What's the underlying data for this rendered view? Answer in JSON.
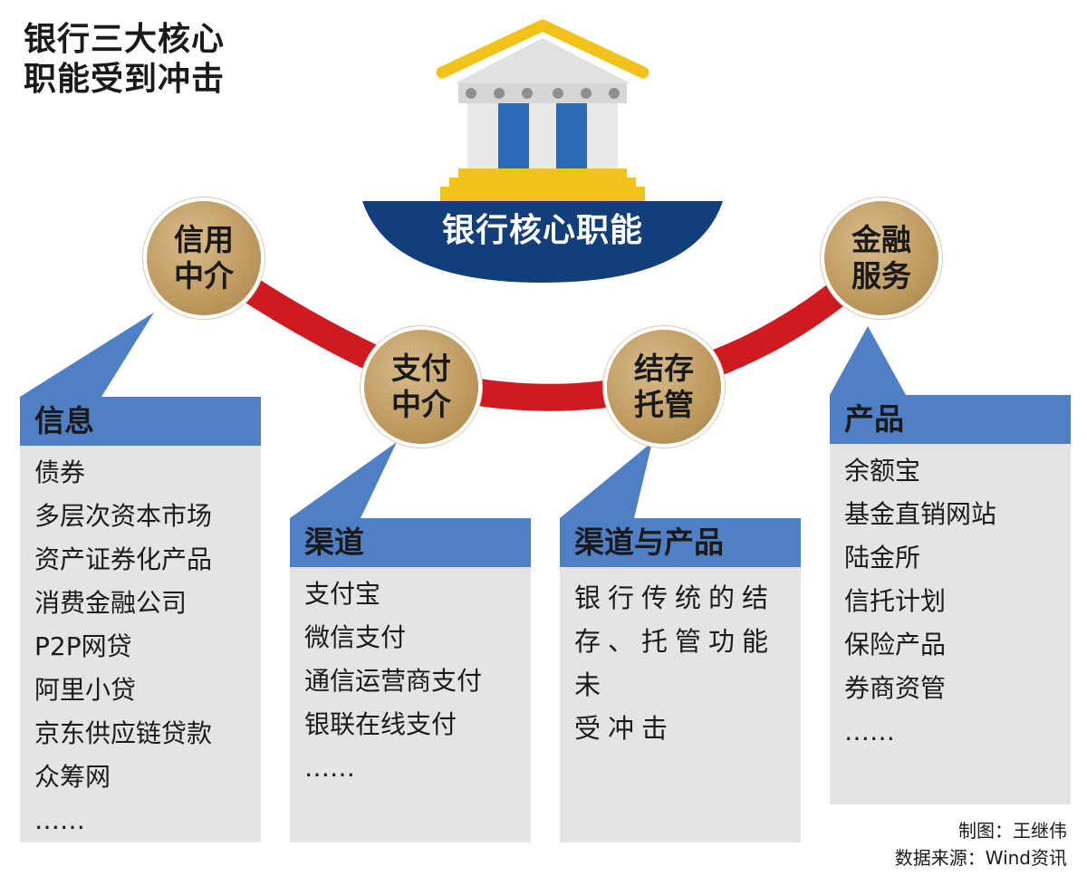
{
  "title": {
    "line1": "银行三大核心",
    "line2": "职能受到冲击"
  },
  "bank": {
    "label": "银行核心职能"
  },
  "colors": {
    "roof": "#f3c21a",
    "column": "#2b6cb8",
    "bowl": "#133e7c",
    "connector": "#cf1a20",
    "node": "#c09c62",
    "panel_header": "#4f7fc4",
    "panel_body": "#e4e4e4"
  },
  "nodes": [
    {
      "id": "credit",
      "line1": "信用",
      "line2": "中介"
    },
    {
      "id": "payment",
      "line1": "支付",
      "line2": "中介"
    },
    {
      "id": "custody",
      "line1": "结存",
      "line2": "托管"
    },
    {
      "id": "finance",
      "line1": "金融",
      "line2": "服务"
    }
  ],
  "panels": {
    "info": {
      "title": "信息",
      "items": [
        "债券",
        "多层次资本市场",
        "资产证券化产品",
        "消费金融公司",
        "P2P网贷",
        "阿里小贷",
        "京东供应链贷款",
        "众筹网",
        "……"
      ]
    },
    "channels": {
      "title": "渠道",
      "items": [
        "支付宝",
        "微信支付",
        "通信运营商支付",
        "银联在线支付",
        "……"
      ]
    },
    "channels_products": {
      "title": "渠道与产品",
      "lines": [
        "银行传统的结",
        "存、托管功能未",
        "受冲击"
      ]
    },
    "products": {
      "title": "产品",
      "items": [
        "余额宝",
        "基金直销网站",
        "陆金所",
        "信托计划",
        "保险产品",
        "券商资管",
        "……"
      ]
    }
  },
  "credits": {
    "maker": "制图：王继伟",
    "source": "数据来源：Wind资讯"
  }
}
